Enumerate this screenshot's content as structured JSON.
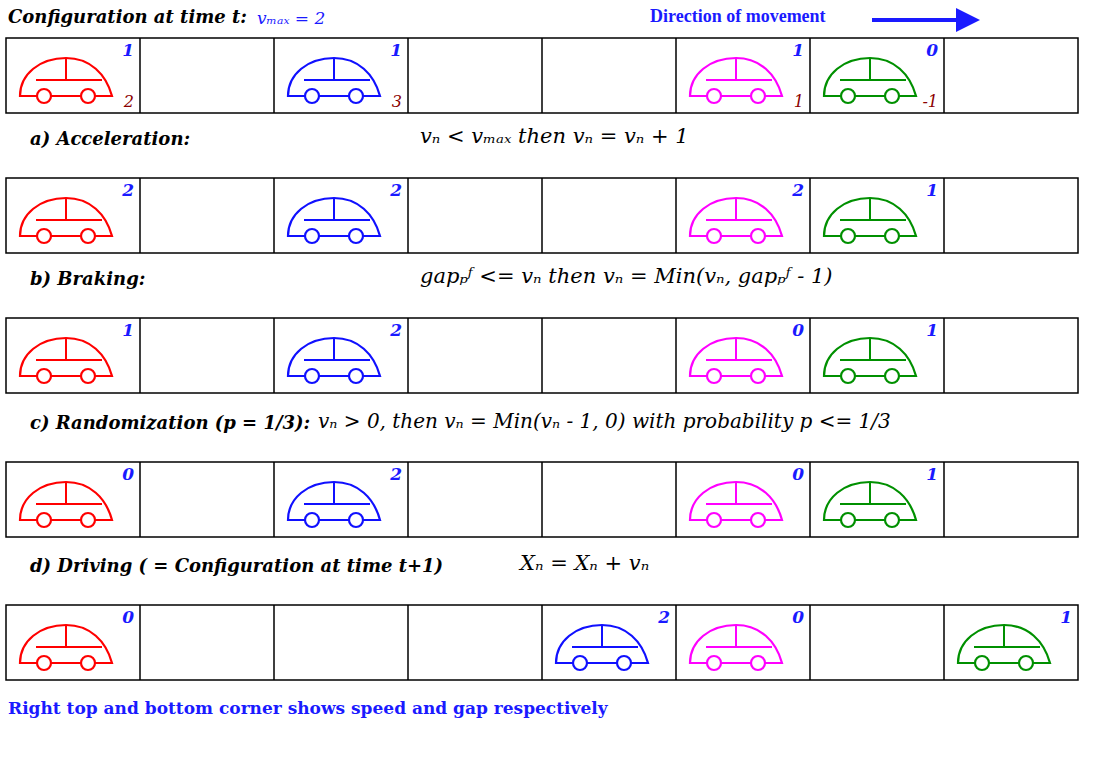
{
  "diagram": {
    "title": "Configuration at time t:",
    "caption": "Right top and bottom corner shows speed and gap respectively",
    "nodes": [
      {
        "text": [
          "1",
          "2"
        ]
      },
      {
        "text": [
          "1",
          "3"
        ]
      },
      {
        "text": [
          "1",
          "1"
        ]
      },
      {
        "text": [
          "0",
          "-1"
        ]
      },
      {
        "text": [
          "2"
        ]
      },
      {
        "text": [
          "2"
        ]
      },
      {
        "text": [
          "2"
        ]
      },
      {
        "text": [
          "1"
        ]
      },
      {
        "text": [
          "1"
        ]
      },
      {
        "text": [
          "2"
        ]
      },
      {
        "text": [
          "0"
        ]
      },
      {
        "text": [
          "1"
        ]
      },
      {
        "text": [
          "0"
        ]
      },
      {
        "text": [
          "2"
        ]
      },
      {
        "text": [
          "0"
        ]
      },
      {
        "text": [
          "1"
        ]
      },
      {
        "text": [
          "0"
        ]
      },
      {
        "text": [
          "2"
        ]
      },
      {
        "text": [
          "0"
        ]
      },
      {
        "text": [
          "1"
        ]
      }
    ],
    "labels": [
      "vₘₐₓ = 2",
      "Direction of movement",
      "a) Acceleration:",
      "vₙ < vₘₐₓ then vₙ = vₙ + 1",
      "b) Braking:",
      "gapₚᶠ <= vₙ then vₙ = Min(vₙ, gapₚᶠ - 1)",
      "c) Randomization (p = 1/3):",
      "vₙ > 0, then vₙ = Min(vₙ - 1, 0) with probability p <= 1/3",
      "d) Driving ( = Configuration at time t+1)",
      "Xₙ = Xₙ + vₙ"
    ]
  }
}
